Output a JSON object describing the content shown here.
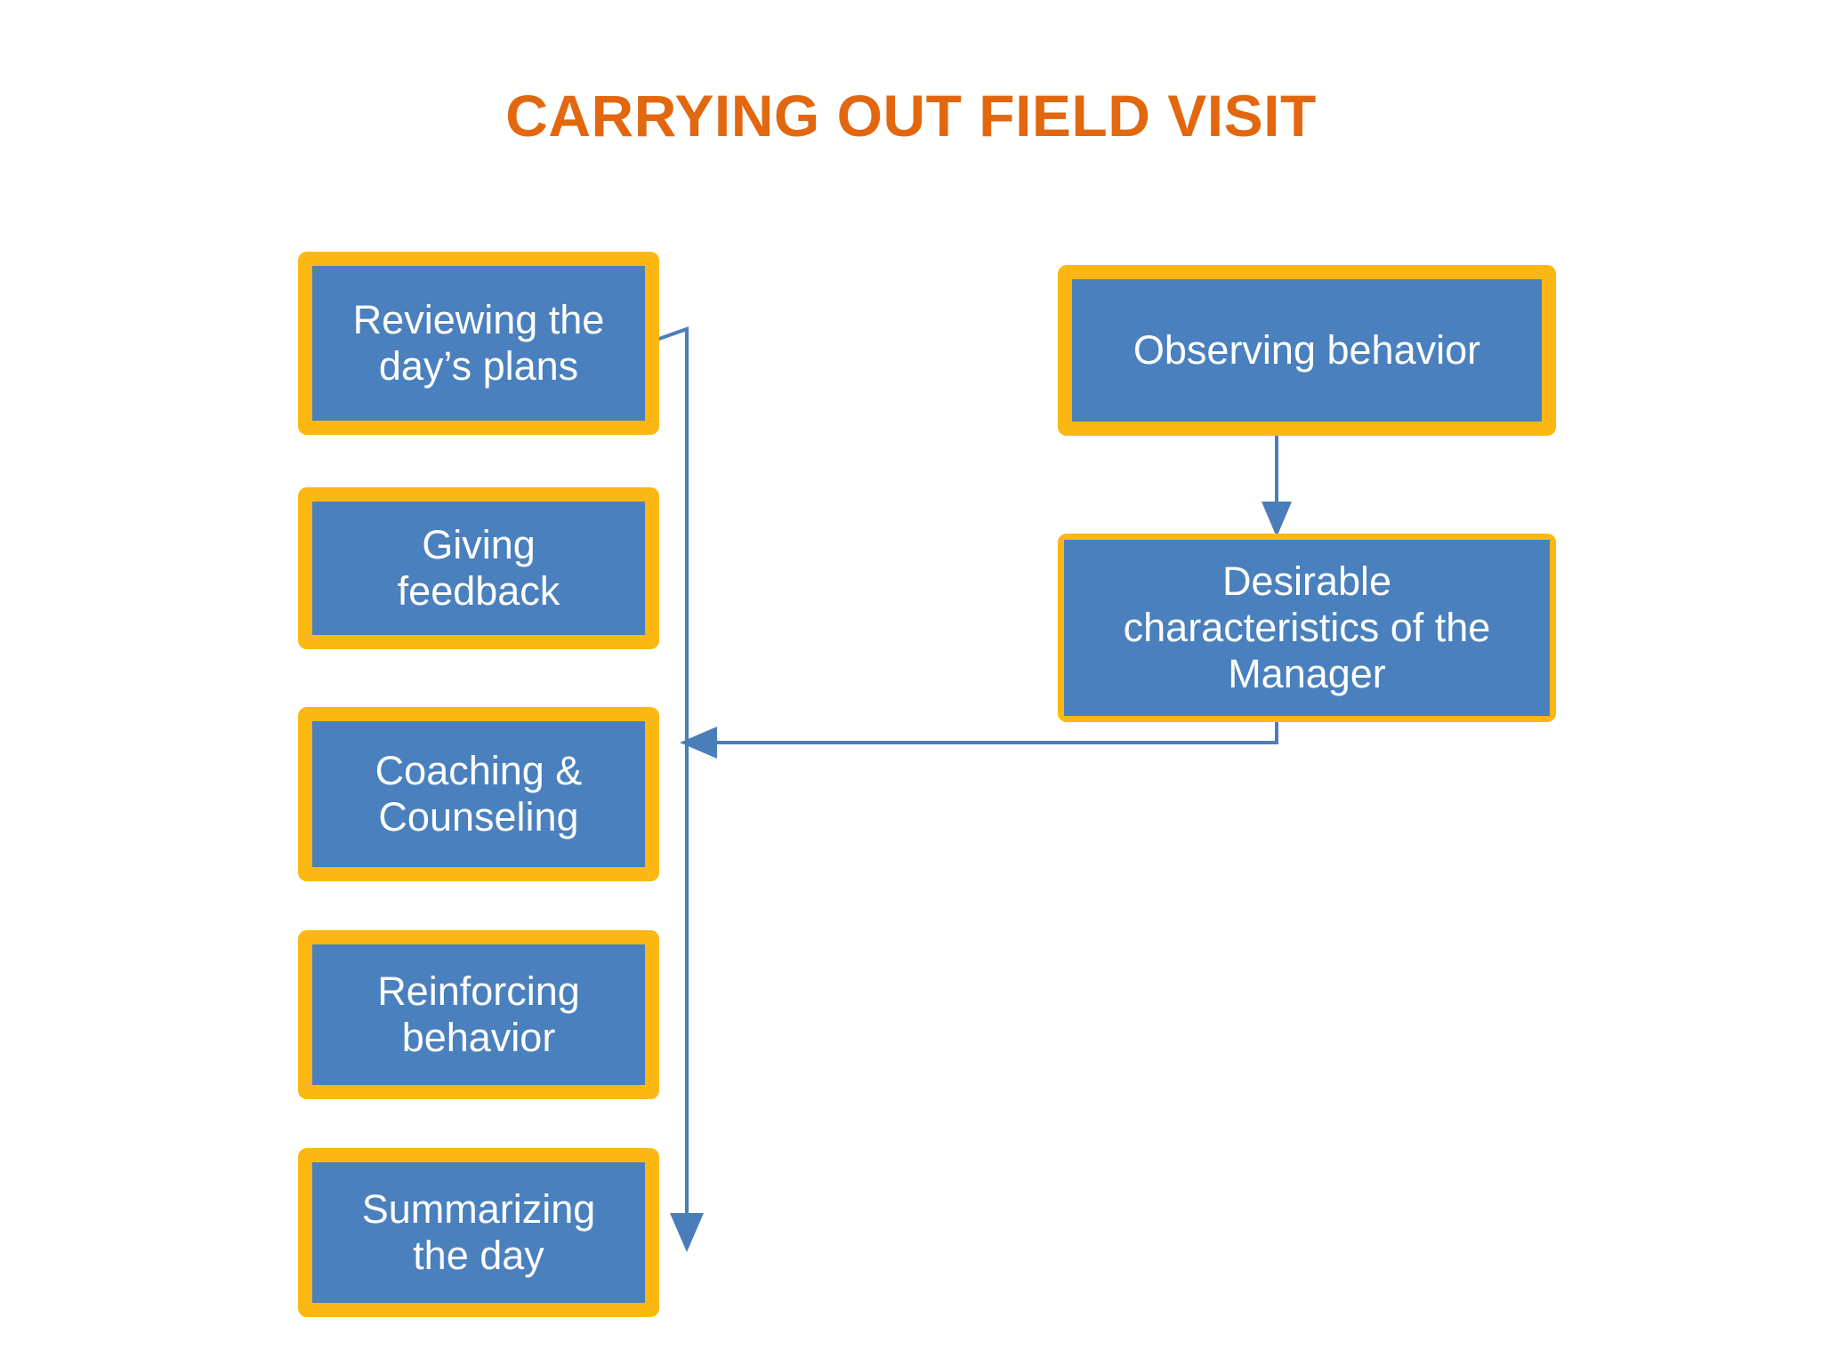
{
  "slide": {
    "title": "CARRYING OUT FIELD VISIT",
    "background_color": "#FFFFFF",
    "title_color": "#E2670E"
  },
  "theme": {
    "box_border_color": "#FBB712",
    "box_fill_color": "#4A80BD",
    "box_text_color": "#FFFFFF",
    "connector_color": "#4A7EBB"
  },
  "left_column": {
    "name": "field-visit-steps",
    "boxes": [
      {
        "id": "reviewing",
        "line1": "Reviewing the",
        "line2": "day’s plans"
      },
      {
        "id": "giving",
        "line1": "Giving",
        "line2": "feedback"
      },
      {
        "id": "coaching",
        "line1": "Coaching &",
        "line2": "Counseling"
      },
      {
        "id": "reinforcing",
        "line1": "Reinforcing",
        "line2": "behavior"
      },
      {
        "id": "summarizing",
        "line1": "Summarizing",
        "line2": "the day"
      }
    ]
  },
  "right_column": {
    "name": "manager-observation",
    "boxes": [
      {
        "id": "observing",
        "line1": "Observing behavior",
        "line2": "",
        "line3": ""
      },
      {
        "id": "desirable",
        "line1": "Desirable",
        "line2": "characteristics of the",
        "line3": "Manager"
      }
    ]
  },
  "connectors": [
    {
      "id": "steps-flow",
      "from": "reviewing",
      "to": "summarizing",
      "style": "elbow-down-arrow"
    },
    {
      "id": "observing-to-desirable",
      "from": "observing",
      "to": "desirable",
      "style": "straight-down-arrow"
    },
    {
      "id": "desirable-to-coaching",
      "from": "desirable",
      "to": "coaching",
      "style": "elbow-left-arrow"
    }
  ]
}
